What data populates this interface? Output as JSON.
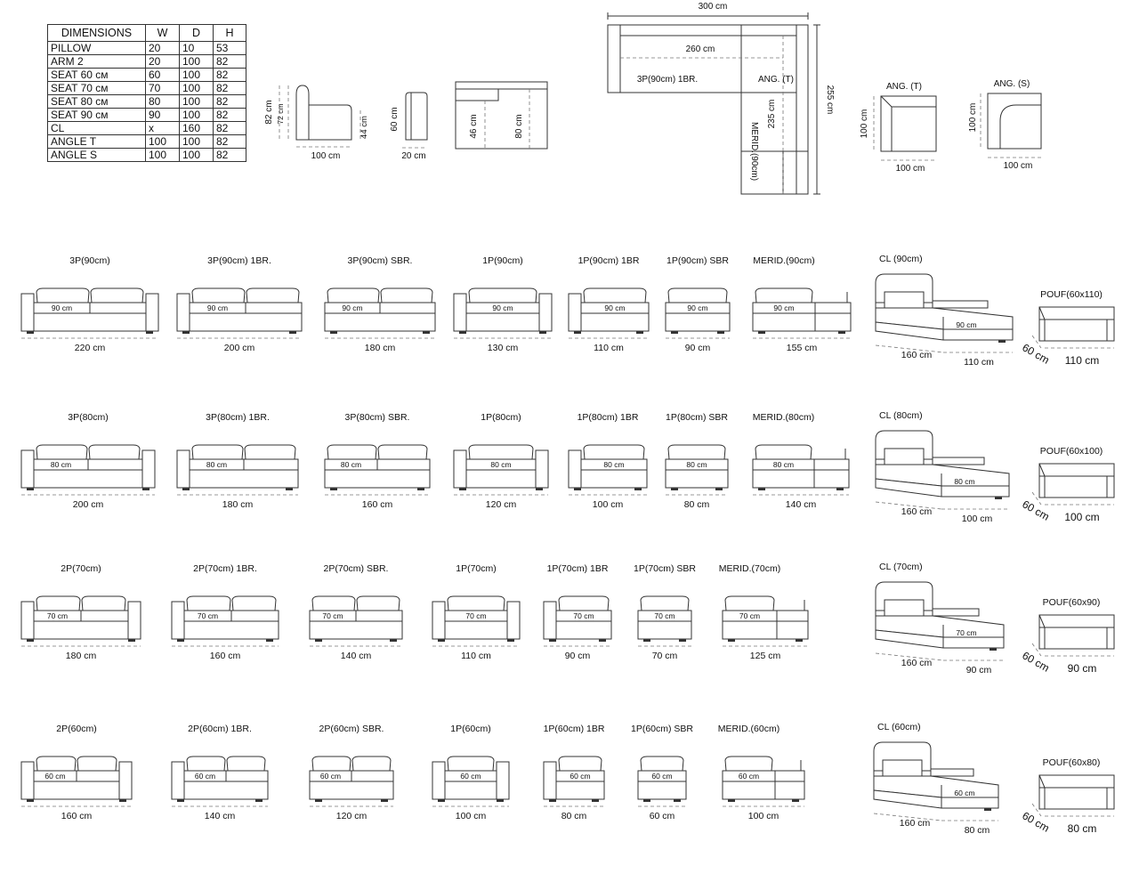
{
  "table": {
    "headers": [
      "DIMENSIONS",
      "W",
      "D",
      "H"
    ],
    "rows": [
      [
        "PILLOW",
        "20",
        "10",
        "53"
      ],
      [
        "ARM 2",
        "20",
        "100",
        "82"
      ],
      [
        "SEAT 60 см",
        "60",
        "100",
        "82"
      ],
      [
        "SEAT 70 см",
        "70",
        "100",
        "82"
      ],
      [
        "SEAT 80 см",
        "80",
        "100",
        "82"
      ],
      [
        "SEAT 90 см",
        "90",
        "100",
        "82"
      ],
      [
        "CL",
        "x",
        "160",
        "82"
      ],
      [
        "ANGLE  T",
        "100",
        "100",
        "82"
      ],
      [
        "ANGLE  S",
        "100",
        "100",
        "82"
      ]
    ]
  },
  "side": {
    "height_total": "82 cm",
    "height_back": "72 cm",
    "seat_height": "44 cm",
    "depth": "100 cm"
  },
  "arm": {
    "height": "60 cm",
    "width": "20 cm"
  },
  "front_section": {
    "h1": "46 cm",
    "h2": "80 cm"
  },
  "plan": {
    "width_total": "300 cm",
    "width_inner": "260 cm",
    "depth_total": "255 cm",
    "depth_inner": "235 cm",
    "label_3p": "3P(90cm) 1BR.",
    "label_ang": "ANG. (T)",
    "label_merid": "MERID.(90cm)"
  },
  "angles": [
    {
      "label": "ANG. (T)",
      "h": "100 cm",
      "w": "100 cm"
    },
    {
      "label": "ANG. (S)",
      "h": "100 cm",
      "w": "100 cm"
    }
  ],
  "rows": [
    {
      "seat": "90 cm",
      "items": [
        {
          "label": "3P(90cm)",
          "dim": "220 cm"
        },
        {
          "label": "3P(90cm) 1BR.",
          "dim": "200 cm"
        },
        {
          "label": "3P(90cm) SBR.",
          "dim": "180 cm"
        },
        {
          "label": "1P(90cm)",
          "dim": "130 cm"
        },
        {
          "label": "1P(90cm) 1BR",
          "dim": "110 cm"
        },
        {
          "label": "1P(90cm) SBR",
          "dim": "90 cm"
        },
        {
          "label": "MERID.(90cm)",
          "dim": "155 cm"
        }
      ],
      "cl": {
        "label": "CL (90cm)",
        "depth": "160 cm",
        "width": "110 cm",
        "seat": "90 cm"
      },
      "pouf": {
        "label": "POUF(60x110)",
        "depth": "60 cm",
        "width": "110 cm"
      }
    },
    {
      "seat": "80 cm",
      "items": [
        {
          "label": "3P(80cm)",
          "dim": "200 cm"
        },
        {
          "label": "3P(80cm) 1BR.",
          "dim": "180 cm"
        },
        {
          "label": "3P(80cm) SBR.",
          "dim": "160 cm"
        },
        {
          "label": "1P(80cm)",
          "dim": "120 cm"
        },
        {
          "label": "1P(80cm) 1BR",
          "dim": "100 cm"
        },
        {
          "label": "1P(80cm) SBR",
          "dim": "80 cm"
        },
        {
          "label": "MERID.(80cm)",
          "dim": "140 cm"
        }
      ],
      "cl": {
        "label": "CL (80cm)",
        "depth": "160 cm",
        "width": "100 cm",
        "seat": "80 cm"
      },
      "pouf": {
        "label": "POUF(60x100)",
        "depth": "60 cm",
        "width": "100 cm"
      }
    },
    {
      "seat": "70 cm",
      "items": [
        {
          "label": "2P(70cm)",
          "dim": "180 cm"
        },
        {
          "label": "2P(70cm) 1BR.",
          "dim": "160 cm"
        },
        {
          "label": "2P(70cm) SBR.",
          "dim": "140 cm"
        },
        {
          "label": "1P(70cm)",
          "dim": "110 cm"
        },
        {
          "label": "1P(70cm) 1BR",
          "dim": "90 cm"
        },
        {
          "label": "1P(70cm) SBR",
          "dim": "70 cm"
        },
        {
          "label": "MERID.(70cm)",
          "dim": "125 cm"
        }
      ],
      "cl": {
        "label": "CL (70cm)",
        "depth": "160 cm",
        "width": "90 cm",
        "seat": "70 cm"
      },
      "pouf": {
        "label": "POUF(60x90)",
        "depth": "60 cm",
        "width": "90 cm"
      }
    },
    {
      "seat": "60 cm",
      "items": [
        {
          "label": "2P(60cm)",
          "dim": "160 cm"
        },
        {
          "label": "2P(60cm) 1BR.",
          "dim": "140 cm"
        },
        {
          "label": "2P(60cm) SBR.",
          "dim": "120 cm"
        },
        {
          "label": "1P(60cm)",
          "dim": "100 cm"
        },
        {
          "label": "1P(60cm) 1BR",
          "dim": "80 cm"
        },
        {
          "label": "1P(60cm) SBR",
          "dim": "60 cm"
        },
        {
          "label": "MERID.(60cm)",
          "dim": "100 cm"
        }
      ],
      "cl": {
        "label": "CL (60cm)",
        "depth": "160 cm",
        "width": "80 cm",
        "seat": "60 cm"
      },
      "pouf": {
        "label": "POUF(60x80)",
        "depth": "60 cm",
        "width": "80 cm"
      }
    }
  ]
}
